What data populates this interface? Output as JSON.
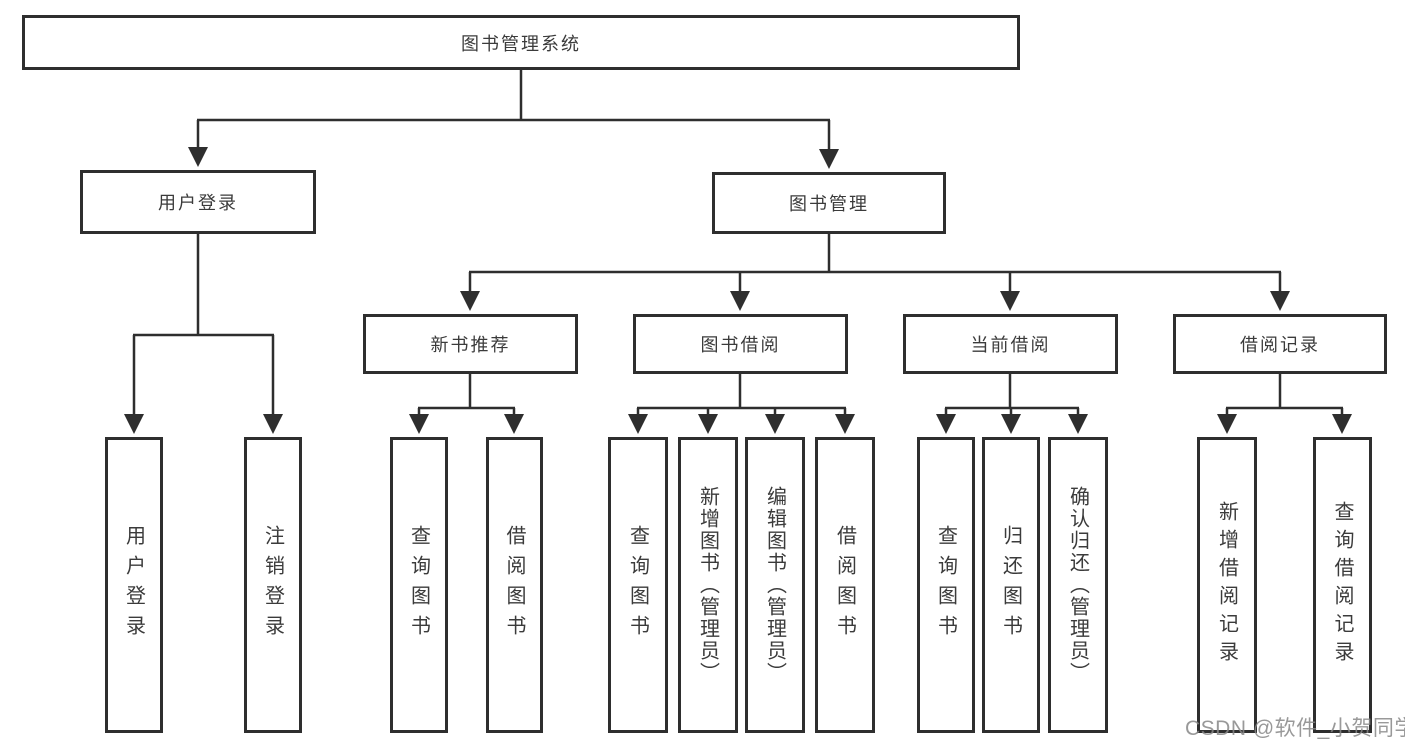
{
  "colors": {
    "line": "#2e2e2e",
    "box_border": "#2e2e2e",
    "text": "#3b3b3b",
    "background": "#ffffff",
    "watermark": "#878787"
  },
  "title": "图书管理系统",
  "user_login_branch": {
    "label": "用户登录",
    "children": [
      "用户登录",
      "注销登录"
    ]
  },
  "book_mgmt_branch": {
    "label": "图书管理",
    "sections": [
      {
        "label": "新书推荐",
        "children": [
          "查询图书",
          "借阅图书"
        ]
      },
      {
        "label": "图书借阅",
        "children": [
          "查询图书",
          "新增图书（管理员）",
          "编辑图书（管理员）",
          "借阅图书"
        ]
      },
      {
        "label": "当前借阅",
        "children": [
          "查询图书",
          "归还图书",
          "确认归还（管理员）"
        ]
      },
      {
        "label": "借阅记录",
        "children": [
          "新增借阅记录",
          "查询借阅记录"
        ]
      }
    ]
  },
  "watermark": "CSDN @软件_小贺同学"
}
